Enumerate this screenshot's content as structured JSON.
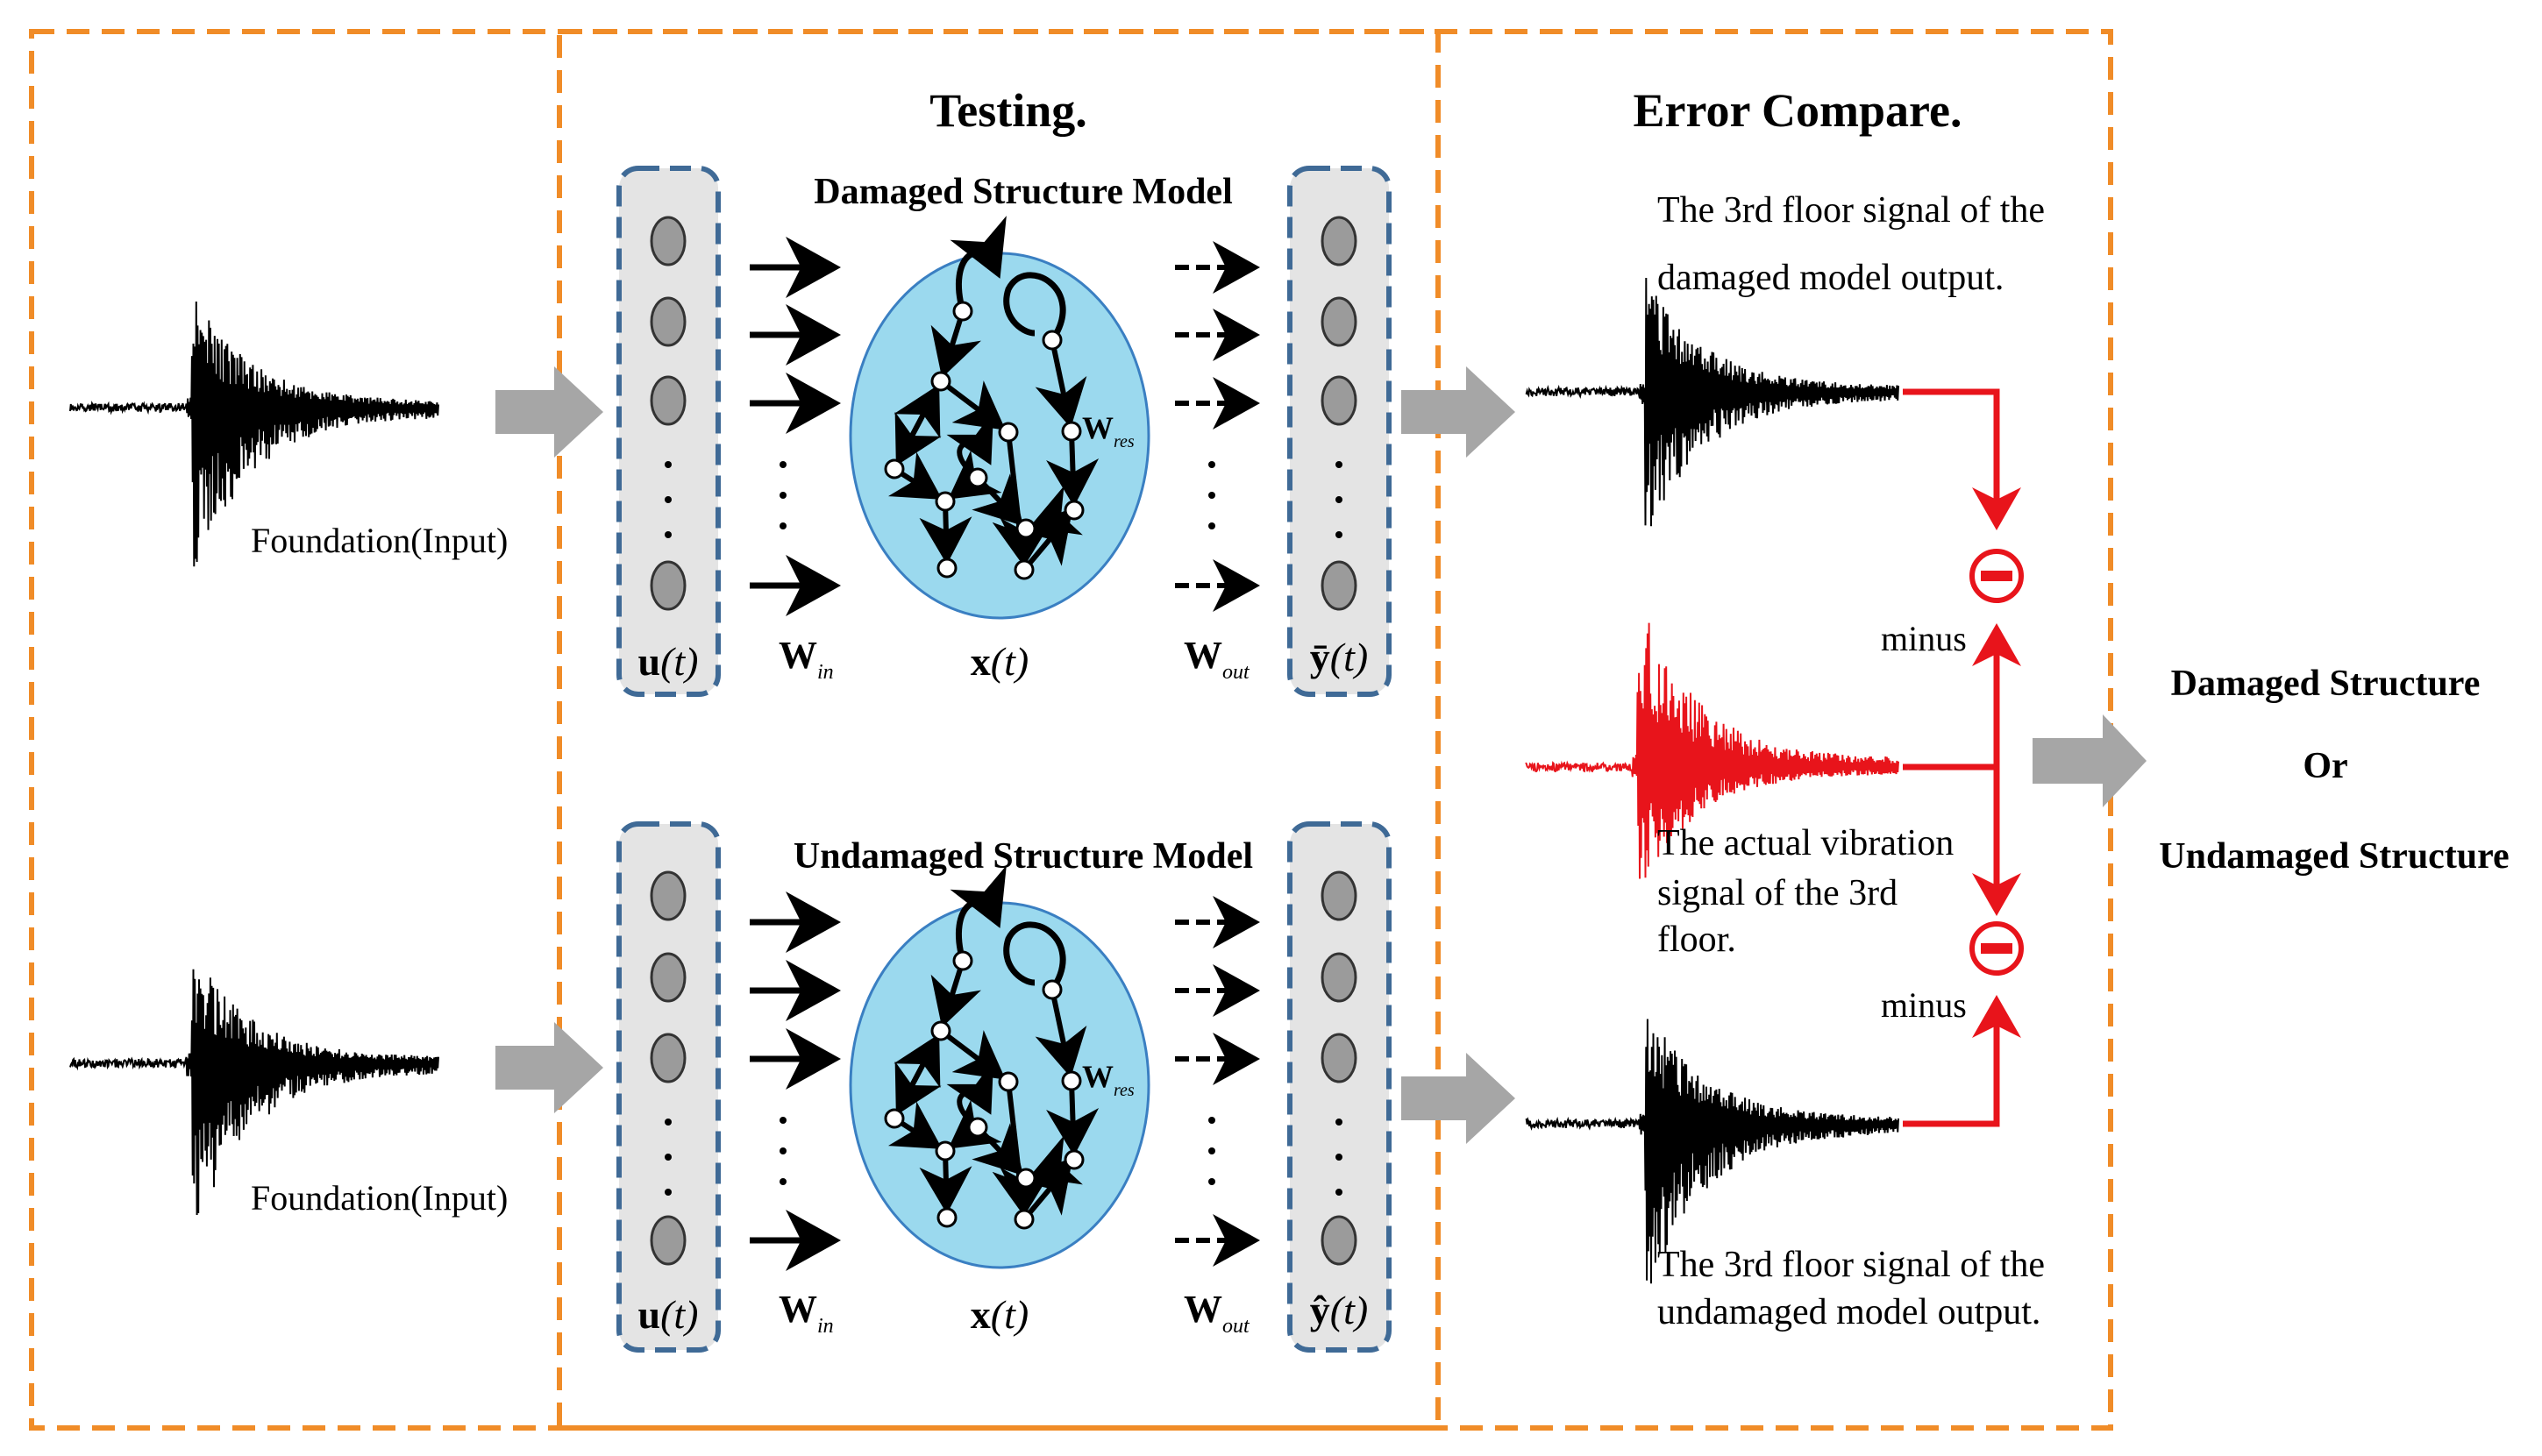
{
  "colors": {
    "frame": "#F08C28",
    "arrow_gray": "#A6A6A6",
    "reservoir_fill": "#9BD9EE",
    "reservoir_stroke": "#3A7FC2",
    "column_fill": "#E4E4E4",
    "column_stroke": "#3F6A96",
    "node_fill": "#9B9B9B",
    "red": "#E8141B",
    "black": "#000000"
  },
  "sections": {
    "testing_title": "Testing.",
    "error_title": "Error Compare."
  },
  "inputs": {
    "top_label": "Foundation(Input)",
    "bottom_label": "Foundation(Input)"
  },
  "models": [
    {
      "title": "Damaged Structure Model",
      "u_label": "u(t)",
      "win_label": "W",
      "win_sub": "in",
      "x_label": "x(t)",
      "wout_label": "W",
      "wout_sub": "out",
      "wres_label": "W",
      "wres_sub": "res",
      "y_label": "ȳ(t)"
    },
    {
      "title": "Undamaged Structure Model",
      "u_label": "u(t)",
      "win_label": "W",
      "win_sub": "in",
      "x_label": "x(t)",
      "wout_label": "W",
      "wout_sub": "out",
      "wres_label": "W",
      "wres_sub": "res",
      "y_label": "ŷ(t)"
    }
  ],
  "error": {
    "damaged_line1": "The 3rd floor signal of the",
    "damaged_line2": "damaged model output.",
    "actual_line1": "The actual vibration",
    "actual_line2": "signal of the 3rd",
    "actual_line3": "floor.",
    "undamaged_line1": "The 3rd floor signal of the",
    "undamaged_line2": "undamaged model output.",
    "minus_top": "minus",
    "minus_bottom": "minus"
  },
  "result": {
    "line1": "Damaged Structure",
    "line2": "Or",
    "line3": "Undamaged Structure"
  }
}
